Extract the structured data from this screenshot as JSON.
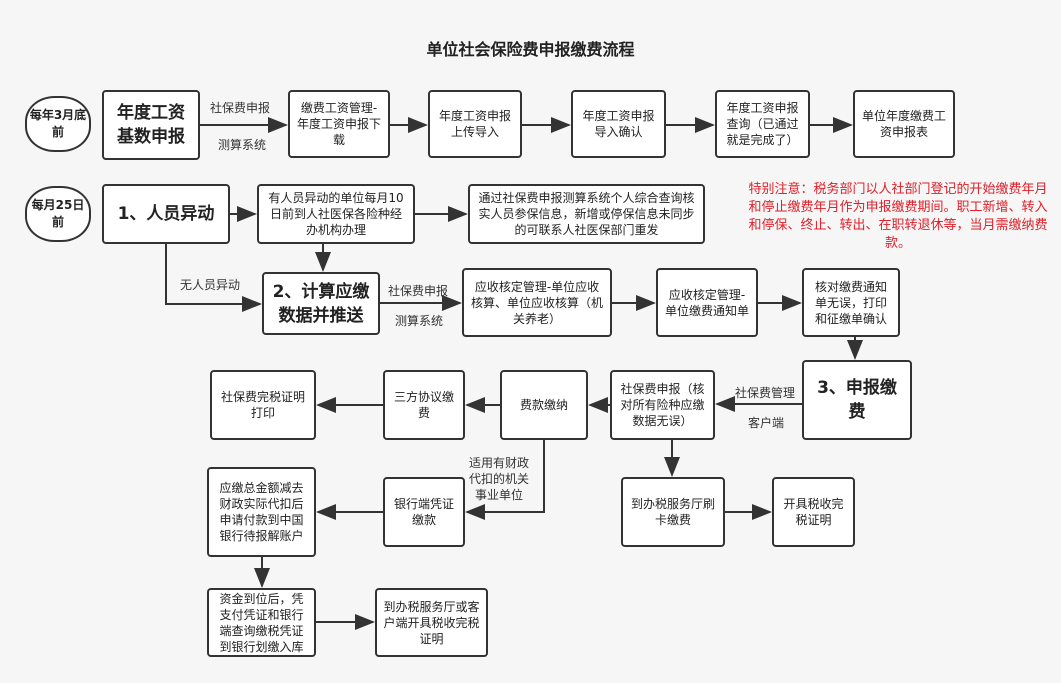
{
  "title": "单位社会保险费申报缴费流程",
  "clouds": {
    "annual": "每年3月底前",
    "monthly": "每月25日前"
  },
  "row1": {
    "start": "年度工资基数申报",
    "label_top": "社保费申报",
    "label_bottom": "测算系统",
    "step1": "缴费工资管理-年度工资申报下载",
    "step2": "年度工资申报上传导入",
    "step3": "年度工资申报导入确认",
    "step4": "年度工资申报查询（已通过就是完成了）",
    "step5": "单位年度缴费工资申报表"
  },
  "row2": {
    "personnel": "1、人员异动",
    "handle": "有人员异动的单位每月10日前到人社医保各险种经办机构办理",
    "verify": "通过社保费申报测算系统个人综合查询核实人员参保信息，新增或停保信息未同步的可联系人社医保部门重发",
    "note": "特别注意：税务部门以人社部门登记的开始缴费年月和停止缴费年月作为申报缴费期间。职工新增、转入和停保、终止、转出、在职转退休等，当月需缴纳费款。",
    "no_change": "无人员异动"
  },
  "row3": {
    "calc": "2、计算应缴数据并推送",
    "label_top": "社保费申报",
    "label_bottom": "测算系统",
    "step1": "应收核定管理-单位应收核算、单位应收核算（机关养老）",
    "step2": "应收核定管理-单位缴费通知单",
    "step3": "核对缴费通知单无误，打印和征缴单确认"
  },
  "row4": {
    "declare": "3、申报缴费",
    "label_top": "社保费管理",
    "label_bottom": "客户端",
    "check": "社保费申报（核对所有险种应缴数据无误）",
    "pay": "费款缴纳",
    "tripartite": "三方协议缴费",
    "print": "社保费完税证明打印"
  },
  "row5": {
    "fiscal_label": "适用有财政代扣的机关事业单位",
    "bank": "银行端凭证缴款",
    "deduct": "应缴总金额减去财政实际代扣后申请付款到中国银行待报解账户",
    "hall_card": "到办税服务厅刷卡缴费",
    "issue_cert": "开具税收完税证明"
  },
  "row6": {
    "funds": "资金到位后，凭支付凭证和银行端查询缴税凭证到银行划缴入库",
    "hall_cert": "到办税服务厅或客户端开具税收完税证明"
  }
}
